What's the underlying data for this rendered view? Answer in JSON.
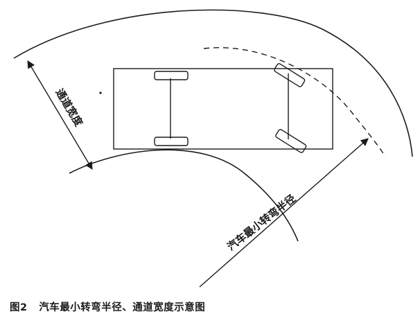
{
  "labels": {
    "aisle_width": "通道宽度",
    "min_turning_radius": "汽车最小转弯半径"
  },
  "caption": {
    "figure_number": "图2",
    "text": "汽车最小转弯半径、通道宽度示意图"
  }
}
